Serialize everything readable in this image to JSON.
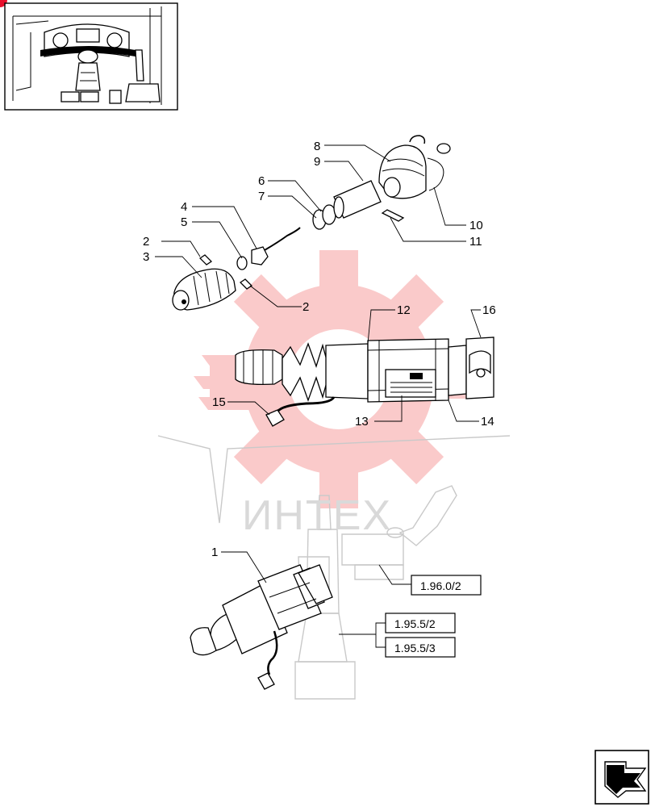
{
  "diagram": {
    "watermark_text": "ИНТЕХ",
    "callouts": [
      {
        "label": "1"
      },
      {
        "label": "2"
      },
      {
        "label": "3"
      },
      {
        "label": "4"
      },
      {
        "label": "5"
      },
      {
        "label": "6"
      },
      {
        "label": "7"
      },
      {
        "label": "8"
      },
      {
        "label": "9"
      },
      {
        "label": "10"
      },
      {
        "label": "11"
      },
      {
        "label": "2"
      },
      {
        "label": "12"
      },
      {
        "label": "16"
      },
      {
        "label": "15"
      },
      {
        "label": "13"
      },
      {
        "label": "14"
      }
    ],
    "references": [
      {
        "label": "1.96.0/2"
      },
      {
        "label": "1.95.5/2"
      },
      {
        "label": "1.95.5/3"
      }
    ]
  },
  "colors": {
    "watermark": "#f26b6b",
    "corner_marker": "#e8112d",
    "ink": "#000000",
    "ghost": "#c9c9c9"
  },
  "icons": [
    "cab-thumbnail-icon",
    "next-page-arrow-icon",
    "gear-watermark-icon"
  ]
}
